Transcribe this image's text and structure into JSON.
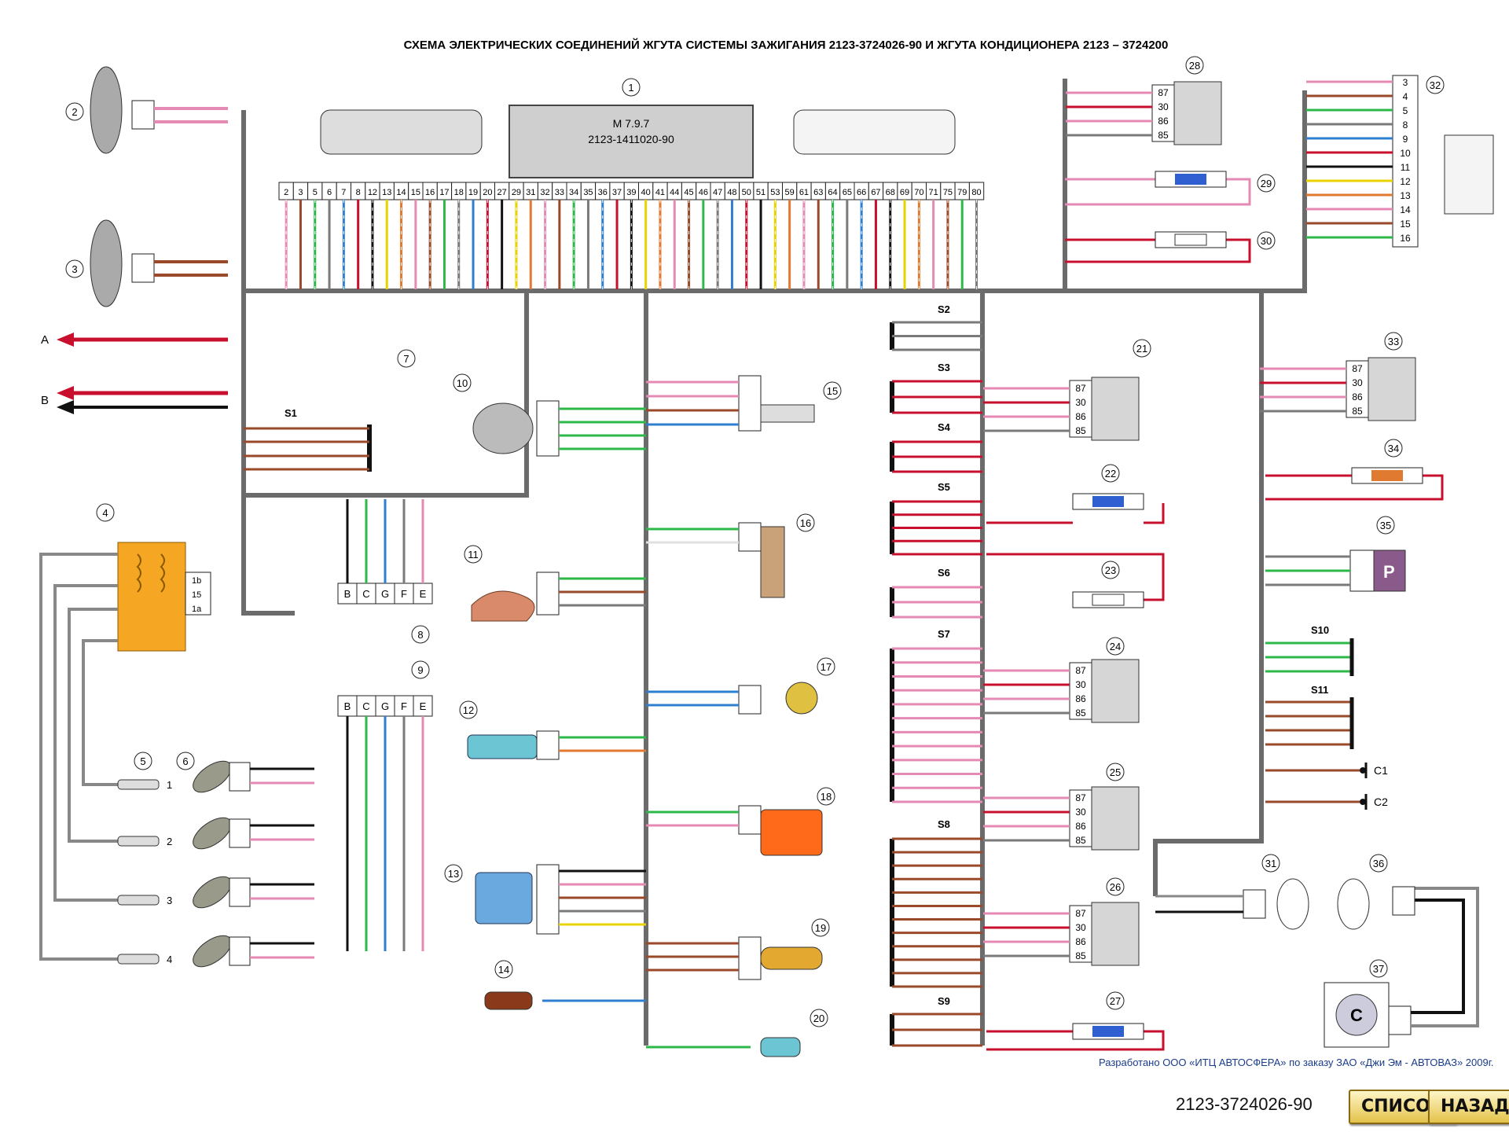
{
  "title": "СХЕМА ЭЛЕКТРИЧЕСКИХ СОЕДИНЕНИЙ ЖГУТА СИСТЕМЫ ЗАЖИГАНИЯ 2123-3724026-90 И ЖГУТА КОНДИЦИОНЕРА 2123 – 3724200",
  "ecu": {
    "model": "M 7.9.7",
    "part": "2123-1411020-90",
    "index": "1"
  },
  "ecu_pins": [
    "2",
    "3",
    "5",
    "6",
    "7",
    "8",
    "12",
    "13",
    "14",
    "15",
    "16",
    "17",
    "18",
    "19",
    "20",
    "27",
    "29",
    "31",
    "32",
    "33",
    "34",
    "35",
    "36",
    "37",
    "39",
    "40",
    "41",
    "44",
    "45",
    "46",
    "47",
    "48",
    "50",
    "51",
    "53",
    "59",
    "61",
    "63",
    "64",
    "65",
    "66",
    "67",
    "68",
    "69",
    "70",
    "71",
    "75",
    "79",
    "80"
  ],
  "component_numbers": [
    "2",
    "3",
    "4",
    "5",
    "6",
    "7",
    "8",
    "9",
    "10",
    "11",
    "12",
    "13",
    "14",
    "15",
    "16",
    "17",
    "18",
    "19",
    "20",
    "21",
    "22",
    "23",
    "24",
    "25",
    "26",
    "27",
    "28",
    "29",
    "30",
    "31",
    "32",
    "33",
    "34",
    "35",
    "36",
    "37"
  ],
  "splices": [
    "S1",
    "S2",
    "S3",
    "S4",
    "S5",
    "S6",
    "S7",
    "S8",
    "S9",
    "S10",
    "S11"
  ],
  "left_labels": {
    "a": "A",
    "b": "B"
  },
  "cylinders": [
    "1",
    "2",
    "3",
    "4"
  ],
  "coil_pins": [
    "1b",
    "15",
    "1a"
  ],
  "block_pins": [
    "B",
    "C",
    "G",
    "F",
    "E"
  ],
  "relay_pins": [
    "87",
    "30",
    "86",
    "85"
  ],
  "relay32_pins": [
    "3",
    "4",
    "5",
    "8",
    "9",
    "10",
    "11",
    "12",
    "13",
    "14",
    "15",
    "16"
  ],
  "ground_labels": [
    "C1",
    "C2"
  ],
  "credit": "Разработано ООО «ИТЦ АВТОСФЕРА» по заказу ЗАО «Джи Эм - АВТОВАЗ» 2009г.",
  "doc_code": "2123-3724026-90",
  "buttons": {
    "list": "СПИСОК",
    "back": "НАЗАД"
  },
  "colors": {
    "pink": "#e58ab4",
    "brown": "#9a4a2a",
    "red": "#c8102e",
    "green": "#2db84a",
    "blue": "#2f7fd0",
    "gray": "#7a7a7a",
    "orange": "#f5a623",
    "black": "#111111"
  }
}
